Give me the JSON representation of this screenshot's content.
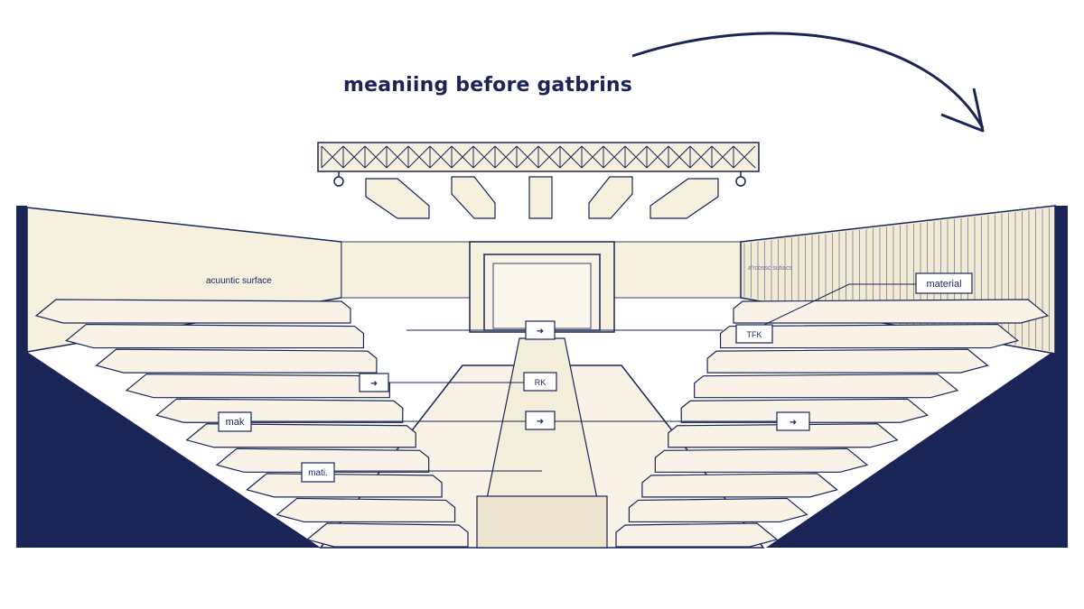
{
  "title": "meaniing before gatbrins",
  "labels": {
    "acoustic_surface": "acuuntic surface",
    "material": "material",
    "mak": "mak",
    "mati": "mati.",
    "tfk": "TFK",
    "rk": "RK",
    "arrow": "➜"
  },
  "colors": {
    "navy": "#1b2456",
    "cream": "#f8f3e6",
    "wall": "#f6f0df",
    "line": "#3a4170"
  }
}
